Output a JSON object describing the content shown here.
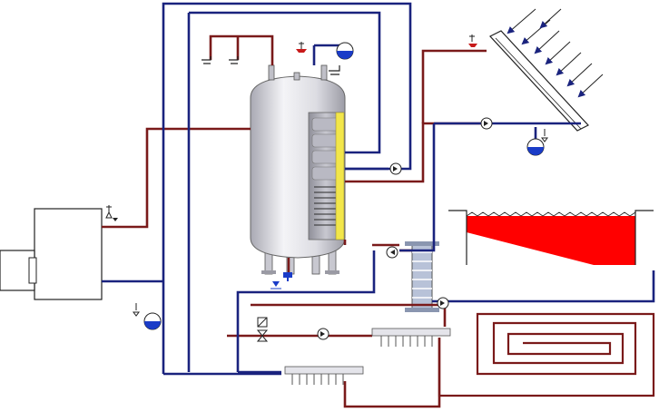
{
  "diagram": {
    "type": "hydraulic-heating-schematic",
    "components": [
      "buffer-storage-tank",
      "boiler",
      "solar-collector",
      "swimming-pool",
      "plate-heat-exchanger",
      "underfloor-heating-loop",
      "distribution-manifold",
      "circulation-pump",
      "expansion-vessel",
      "mixing-valve",
      "safety-valve",
      "tap",
      "sun-rays"
    ],
    "colors": {
      "hot_pipe": "#7a1a1a",
      "cold_pipe": "#1a237e",
      "pool_water": "#ff0000",
      "tank_body": "#e8e8ec",
      "tank_shade": "#b8b8c0",
      "coil": "#f2e64a",
      "expansion_blue": "#1a3cc8",
      "outline": "#222222"
    }
  }
}
